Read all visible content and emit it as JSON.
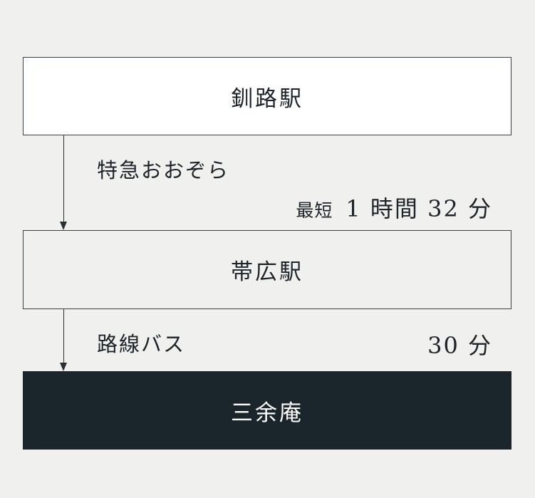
{
  "stations": {
    "origin": "釧路駅",
    "transfer": "帯広駅",
    "destination": "三余庵"
  },
  "legs": [
    {
      "mode": "特急おおぞら",
      "prefix": "最短",
      "duration": "1 時間 32 分"
    },
    {
      "mode": "路線バス",
      "prefix": "",
      "duration": "30 分"
    }
  ],
  "colors": {
    "background": "#f0f0ee",
    "origin_box": "#ffffff",
    "transfer_box": "#f0f0ee",
    "destination_box": "#1a252c",
    "text_dark": "#1d2329",
    "text_light": "#ffffff"
  }
}
